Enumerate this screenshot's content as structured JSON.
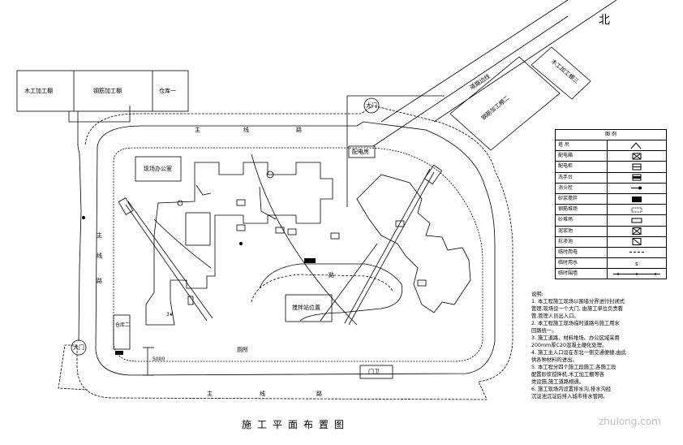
{
  "title": "施工平面布置图",
  "north": "北",
  "watermark": "zhulong.com",
  "top_sheds": [
    "木工加工棚",
    "钢筋加工棚",
    "仓库一"
  ],
  "road_labels": {
    "top": [
      "主",
      "线",
      "路"
    ],
    "bottom": [
      "主",
      "线",
      "路"
    ],
    "left": [
      "主",
      "线",
      "路"
    ],
    "inner": "路"
  },
  "diag_labels": {
    "upper": "道路边线",
    "lower": "钢筋加工棚二",
    "right": "木工加工棚三"
  },
  "labels": {
    "office": "现场办公室",
    "gate_top": "大门",
    "gate_left": "大门",
    "substation": "配电房",
    "mixing": "搅拌站位置",
    "storage": "仓库二",
    "guard": "门卫",
    "toilet": "厕所",
    "dim": "5000",
    "building_num": "3#"
  },
  "legend": {
    "title": "图  例",
    "rows": [
      {
        "name": "塔  吊",
        "symbol": "crane-symbol"
      },
      {
        "name": "配电箱",
        "symbol": "box-x-symbol"
      },
      {
        "name": "配电柜",
        "symbol": "box-line-symbol"
      },
      {
        "name": "洗手台",
        "symbol": "box-bar-symbol"
      },
      {
        "name": "消火栓",
        "symbol": "hydrant-symbol"
      },
      {
        "name": "砂浆搅拌",
        "symbol": "solid-box-symbol"
      },
      {
        "name": "钢筋堆场",
        "symbol": "dotted-box-symbol"
      },
      {
        "name": "砂堆场",
        "symbol": "open-box-symbol"
      },
      {
        "name": "泥浆池",
        "symbol": "box-x2-symbol"
      },
      {
        "name": "抗渗池",
        "symbol": "box-diag-symbol"
      },
      {
        "name": "临时用电",
        "symbol": "dash-line-symbol"
      },
      {
        "name": "临时用水",
        "symbol": "s-line-symbol"
      },
      {
        "name": "临时围墙",
        "symbol": "fence-symbol"
      }
    ]
  },
  "notes": [
    "说明:",
    "  1. 本工程施工现场以围墙分界进行封闭式",
    "管理,现场设一个大门, 由施工单位负责看",
    "管,管理人员出入口。",
    "  2. 本工程施工现场临时道路与施工用水",
    "回路统一。",
    "  3. 施工道路、材料堆场、办公区域采用",
    "200mm厚C20混凝土硬化处理。",
    "  4. 施工主入口设在东北一侧交通便捷,由此",
    "供各种材料的进出。",
    "  5. 本工程分四个施工段施工,各施工段",
    "配置砂浆搅拌机,木工加工棚等各",
    "类设施,施工道路相通。",
    "  6. 施工现场内设置排水沟,排水沟经",
    "沉淀池沉淀后排入城市排水管网。"
  ]
}
